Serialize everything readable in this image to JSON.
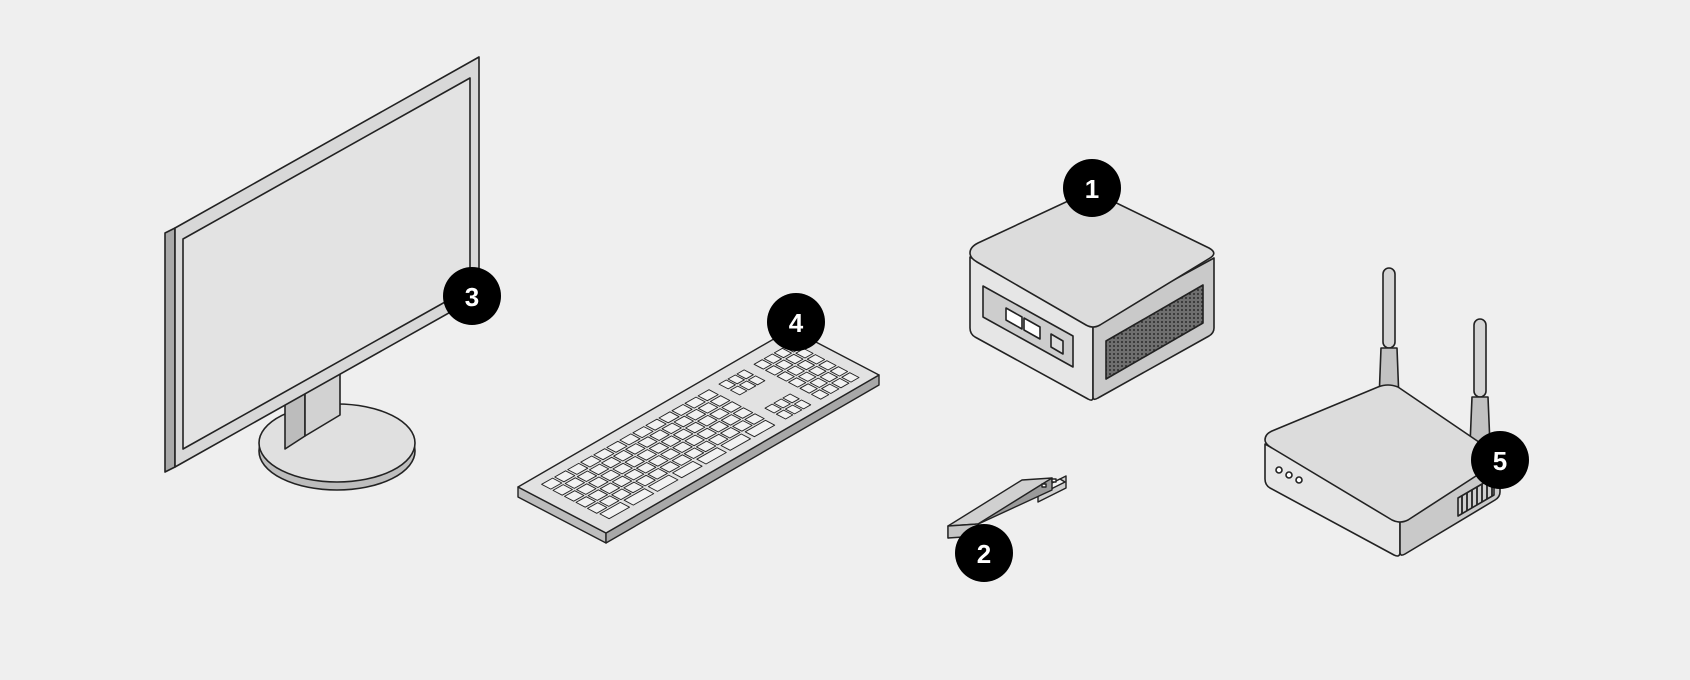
{
  "colors": {
    "background": "#efefef",
    "outline": "#222222",
    "device_light": "#e0e0e0",
    "device_mid": "#cfcfcf",
    "device_dark": "#9a9a9a",
    "callout_fill": "#000000",
    "callout_text": "#ffffff"
  },
  "items": [
    {
      "id": "mini-pc",
      "icon": "mini-pc-icon",
      "label": "1"
    },
    {
      "id": "usb-drive",
      "icon": "usb-drive-icon",
      "label": "2"
    },
    {
      "id": "monitor",
      "icon": "monitor-icon",
      "label": "3"
    },
    {
      "id": "keyboard",
      "icon": "keyboard-icon",
      "label": "4"
    },
    {
      "id": "router",
      "icon": "router-icon",
      "label": "5"
    }
  ]
}
